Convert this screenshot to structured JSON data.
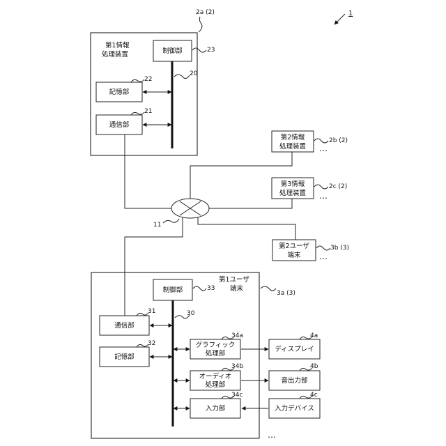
{
  "figure_ref": "1",
  "server1": {
    "ref": "2a (2)",
    "title_line1": "第1情報",
    "title_line2": "処理装置",
    "controller": "制御部",
    "controller_ref": "23",
    "bus_ref": "20",
    "storage": "記憶部",
    "storage_ref": "22",
    "comm": "通信部",
    "comm_ref": "21"
  },
  "server2": {
    "line1": "第2情報",
    "line2": "処理装置",
    "ref": "2b (2)",
    "more": "…"
  },
  "server3": {
    "line1": "第3情報",
    "line2": "処理装置",
    "ref": "2c (2)",
    "more": "…"
  },
  "network": {
    "ref": "11"
  },
  "terminal2": {
    "line1": "第2ユーザ",
    "line2": "端末",
    "ref": "3b (3)",
    "more": "…"
  },
  "terminal1": {
    "ref": "3a (3)",
    "title_line1": "第1ユーザ",
    "title_line2": "端末",
    "controller": "制御部",
    "controller_ref": "33",
    "bus_ref": "30",
    "comm": "通信部",
    "comm_ref": "31",
    "storage": "記憶部",
    "storage_ref": "32",
    "graphics_line1": "グラフィック",
    "graphics_line2": "処理部",
    "graphics_ref": "34a",
    "audio_line1": "オーディオ",
    "audio_line2": "処理部",
    "audio_ref": "34b",
    "input": "入力部",
    "input_ref": "34c",
    "more": "…"
  },
  "devices": {
    "display": "ディスプレイ",
    "display_ref": "4a",
    "speaker": "音出力部",
    "speaker_ref": "4b",
    "input_device": "入力デバイス",
    "input_device_ref": "4c"
  }
}
